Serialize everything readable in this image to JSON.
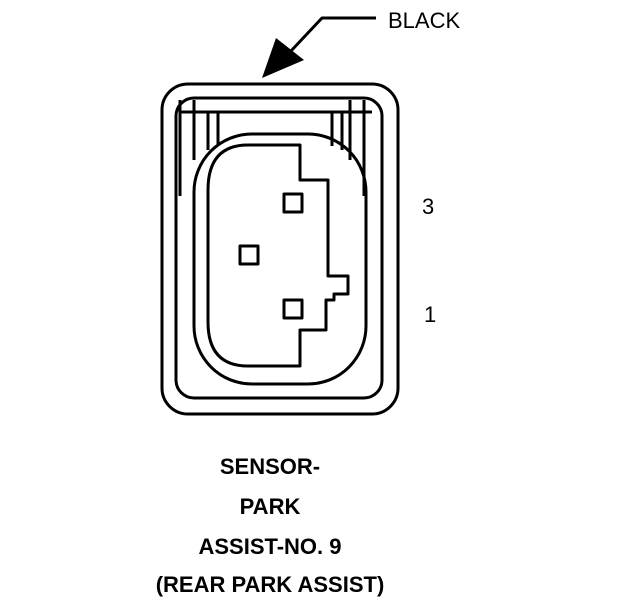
{
  "connector": {
    "color_label": "BLACK",
    "pins": [
      {
        "label": "3"
      },
      {
        "label": "1"
      }
    ]
  },
  "caption": {
    "lines": [
      "SENSOR-",
      "PARK",
      "ASSIST-NO. 9",
      "(REAR PARK ASSIST)"
    ]
  }
}
